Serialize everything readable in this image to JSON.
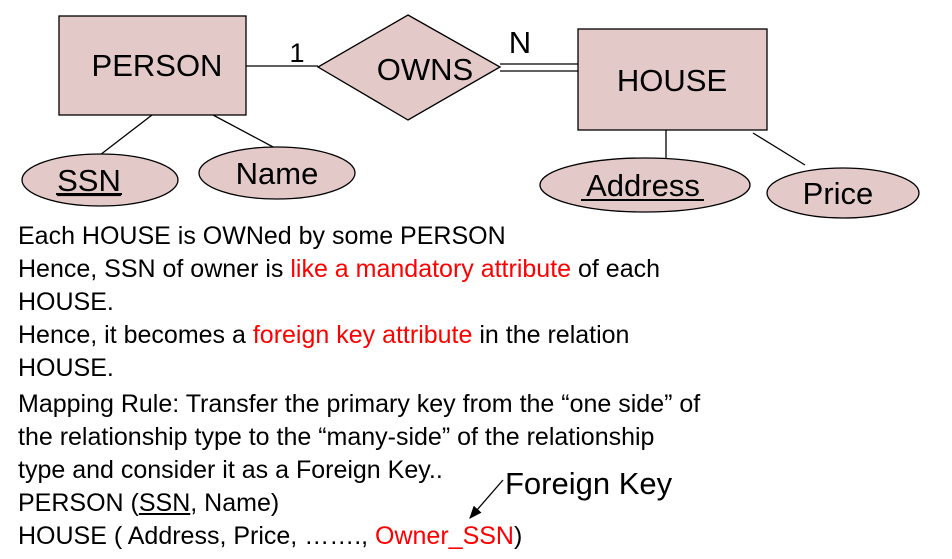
{
  "diagram": {
    "entities": {
      "person": "PERSON",
      "house": "HOUSE"
    },
    "relationship": "OWNS",
    "cardinality": {
      "person_side": "1",
      "house_side": "N"
    },
    "attributes": {
      "ssn": "SSN",
      "name": "Name",
      "address": "Address",
      "price": "Price"
    },
    "colors": {
      "entity_fill": "#e4c9c9",
      "attribute_fill": "#e4c9c9",
      "highlight": "#ff0000"
    }
  },
  "text": {
    "line1": "Each HOUSE is OWNed by some PERSON",
    "line2_a": "Hence, SSN of owner  is ",
    "line2_red": "like a mandatory attribute",
    "line2_b": " of each",
    "line3": "HOUSE.",
    "line4_a": "Hence, it becomes a ",
    "line4_red": "foreign key attribute",
    "line4_b": " in the relation",
    "line5": "HOUSE.",
    "line6": "Mapping Rule: Transfer the primary key from the “one side” of",
    "line7": "the relationship type to the “many-side” of the relationship",
    "line8": "type and consider it as a Foreign Key..",
    "line9_a": "PERSON (",
    "line9_key": "SSN",
    "line9_b": ", Name)",
    "line10_a": "HOUSE ( Address, Price, ……., ",
    "line10_red": "Owner_SSN",
    "line10_b": ")"
  },
  "annotation": {
    "label": "Foreign Key"
  }
}
